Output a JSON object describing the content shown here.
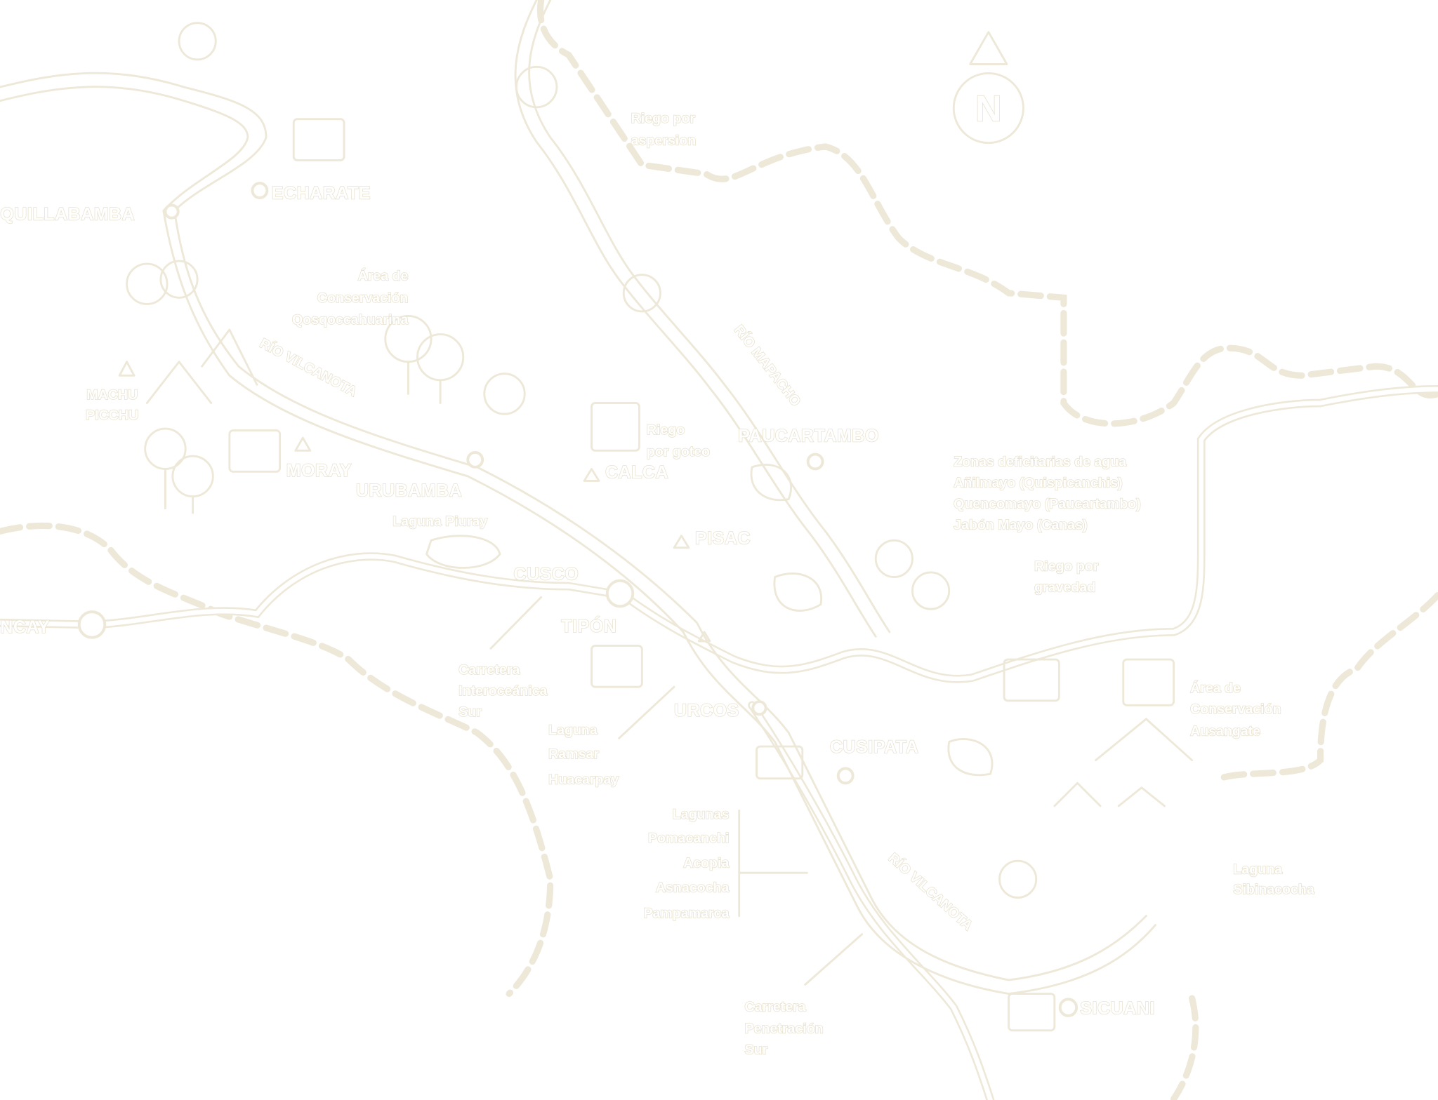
{
  "map": {
    "line_color": "#ede8d8",
    "compass": {
      "label": "N"
    },
    "towns": {
      "quillabamba": "QUILLABAMBA",
      "echarate": "ECHARATE",
      "abancay": "NCAY",
      "cusco": "CUSCO",
      "urubamba": "URUBAMBA",
      "moray": "MORAY",
      "calca": "CALCA",
      "pisac": "PISAC",
      "tipon": "TIPÓN",
      "paucartambo": "PAUCARTAMBO",
      "urcos": "URCOS",
      "cusipata": "CUSIPATA",
      "sicuani": "SICUANI",
      "machu_picchu": [
        "MACHU",
        "PICCHU"
      ]
    },
    "rivers": {
      "vilcanota_north": "RÍO VILCANOTA",
      "mapacho": "RÍO MAPACHO",
      "vilcanota_south": "RÍO VILCANOTA"
    },
    "annotations": {
      "qosqoccahuarina": [
        "Área de",
        "Conservación",
        "Qosqoccahuarina"
      ],
      "aspersion": [
        "Riego por",
        "aspersion"
      ],
      "goteo": [
        "Riego",
        "por goteo"
      ],
      "piuray": "Laguna Piuray",
      "interoceanica": [
        "Carretera",
        "Interoceánica",
        "Sur"
      ],
      "huacarpay": [
        "Laguna",
        "Ramsar",
        "Huacarpay"
      ],
      "zonas": [
        "Zonas deficitarias de agua",
        "Añilmayo (Quispicanchis)",
        "Quencomayo (Paucartambo)",
        "Jabón Mayo (Canas)"
      ],
      "gravedad": [
        "Riego por",
        "gravedad"
      ],
      "ausangate": [
        "Área de",
        "Conservación",
        "Ausangate"
      ],
      "lagunas": [
        "Lagunas",
        "Pomacanchi",
        "Acopia",
        "Asnacocha",
        "Pampamarca"
      ],
      "sibinacocha": [
        "Laguna",
        "Sibinacocha"
      ],
      "penetracion": [
        "Carretera",
        "Penetración",
        "Sur"
      ]
    }
  }
}
